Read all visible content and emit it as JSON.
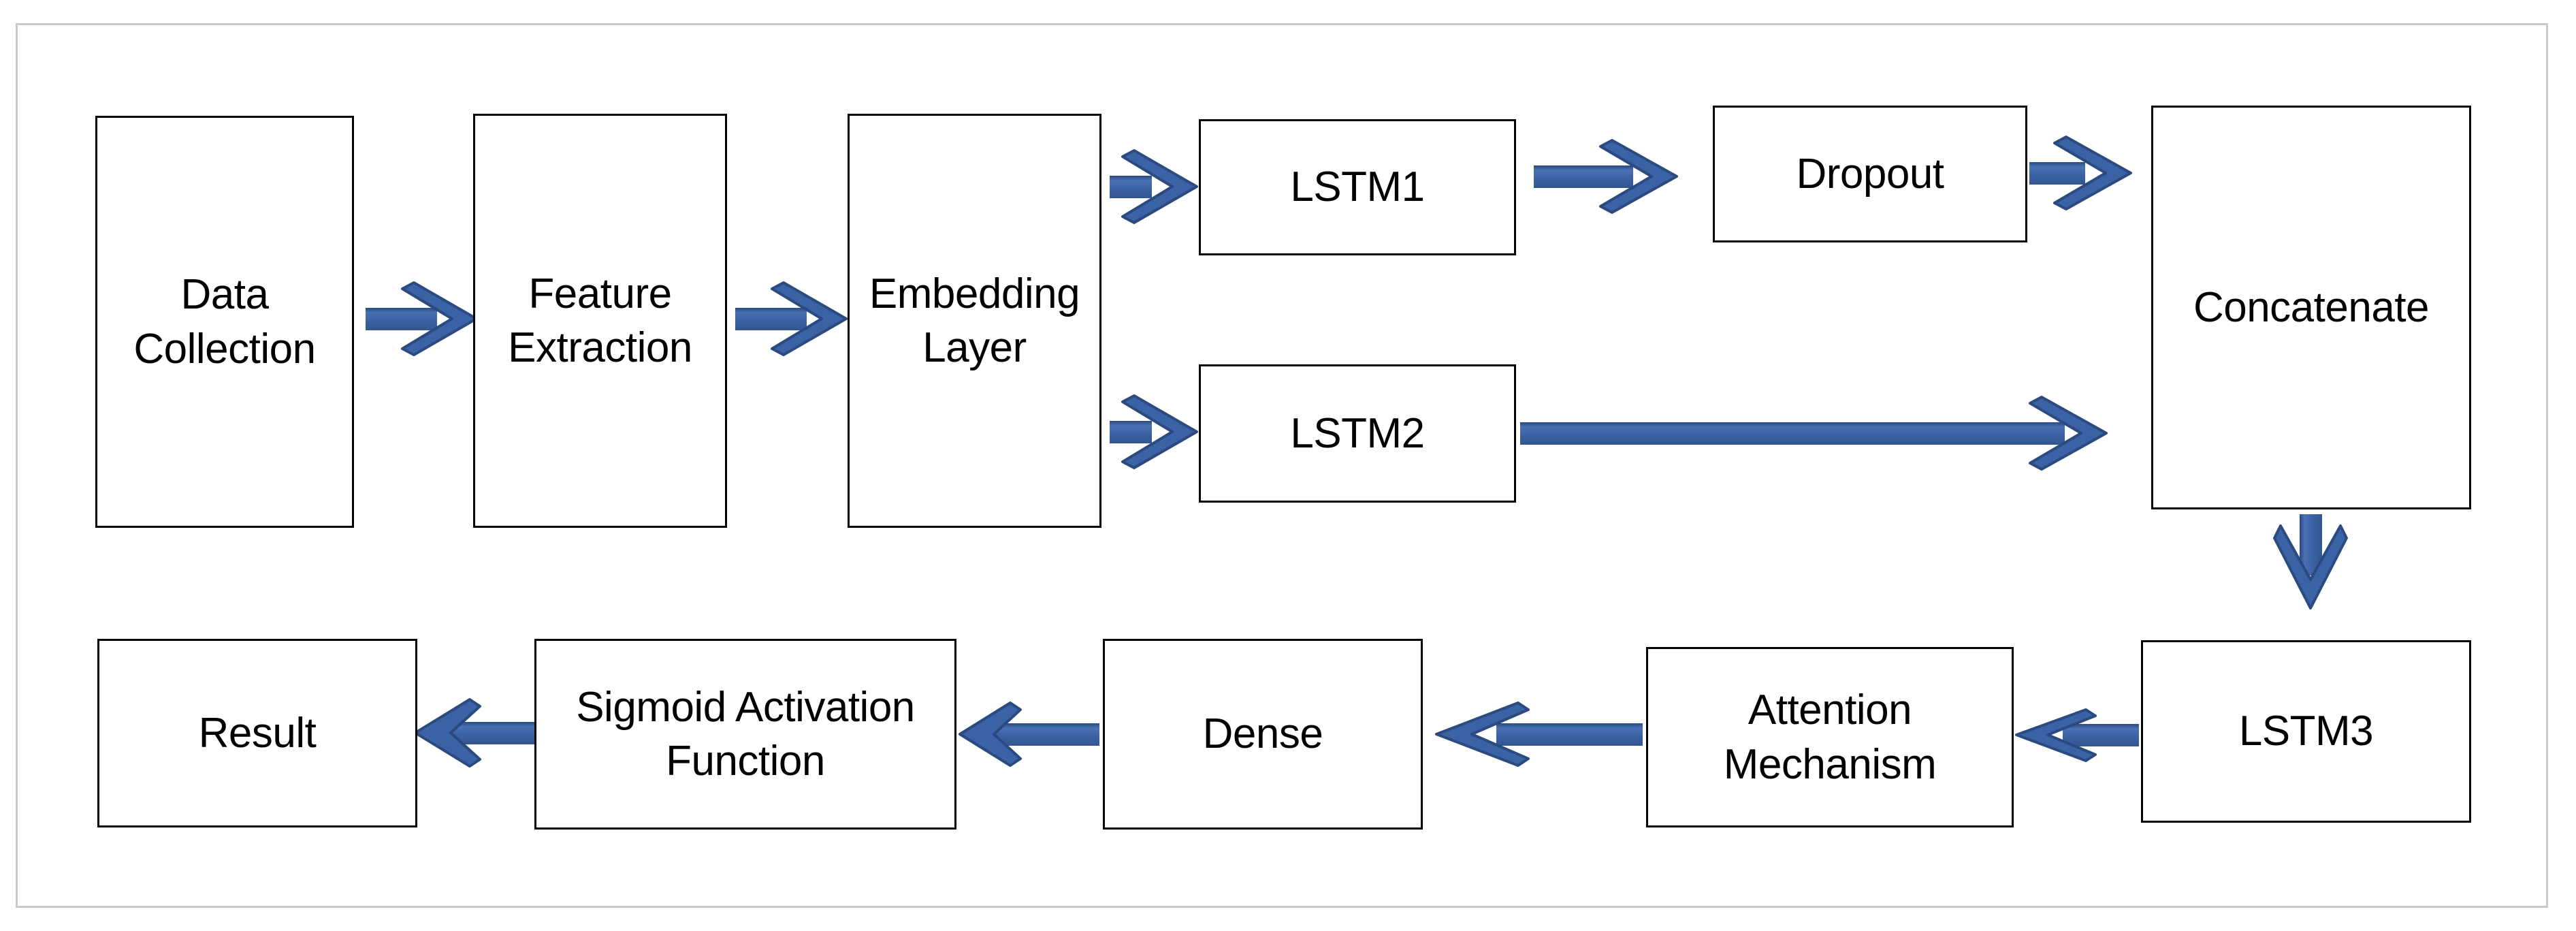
{
  "figure": {
    "type": "flowchart",
    "title": "",
    "frame_border_color": "#c9c9c9",
    "background_color": "#ffffff",
    "node_border_color": "#000000",
    "node_fill_color": "#ffffff",
    "node_text_color": "#000000",
    "arrow_color": "#3b62a5",
    "arrow_shade_color": "#2a4a80",
    "arrow_highlight_color": "#6f8fc4"
  },
  "nodes": [
    {
      "id": "data-collection",
      "label": "Data\nCollection"
    },
    {
      "id": "feature-extraction",
      "label": "Feature\nExtraction"
    },
    {
      "id": "embedding-layer",
      "label": "Embedding\nLayer"
    },
    {
      "id": "lstm1",
      "label": "LSTM1"
    },
    {
      "id": "dropout",
      "label": "Dropout"
    },
    {
      "id": "concatenate",
      "label": "Concatenate"
    },
    {
      "id": "lstm2",
      "label": "LSTM2"
    },
    {
      "id": "lstm3",
      "label": "LSTM3"
    },
    {
      "id": "attention",
      "label": "Attention\nMechanism"
    },
    {
      "id": "dense",
      "label": "Dense"
    },
    {
      "id": "sigmoid",
      "label": "Sigmoid Activation\nFunction"
    },
    {
      "id": "result",
      "label": "Result"
    }
  ],
  "edges": [
    {
      "id": "e1",
      "from": "data-collection",
      "to": "feature-extraction",
      "direction": "right"
    },
    {
      "id": "e2",
      "from": "feature-extraction",
      "to": "embedding-layer",
      "direction": "right"
    },
    {
      "id": "e3",
      "from": "embedding-layer",
      "to": "lstm1",
      "direction": "right"
    },
    {
      "id": "e4",
      "from": "embedding-layer",
      "to": "lstm2",
      "direction": "right"
    },
    {
      "id": "e5",
      "from": "lstm1",
      "to": "dropout",
      "direction": "right"
    },
    {
      "id": "e6",
      "from": "dropout",
      "to": "concatenate",
      "direction": "right"
    },
    {
      "id": "e7",
      "from": "lstm2",
      "to": "concatenate",
      "direction": "right"
    },
    {
      "id": "e8",
      "from": "concatenate",
      "to": "lstm3",
      "direction": "down"
    },
    {
      "id": "e9",
      "from": "lstm3",
      "to": "attention",
      "direction": "left"
    },
    {
      "id": "e10",
      "from": "attention",
      "to": "dense",
      "direction": "left"
    },
    {
      "id": "e11",
      "from": "dense",
      "to": "sigmoid",
      "direction": "left"
    },
    {
      "id": "e12",
      "from": "sigmoid",
      "to": "result",
      "direction": "left"
    }
  ]
}
